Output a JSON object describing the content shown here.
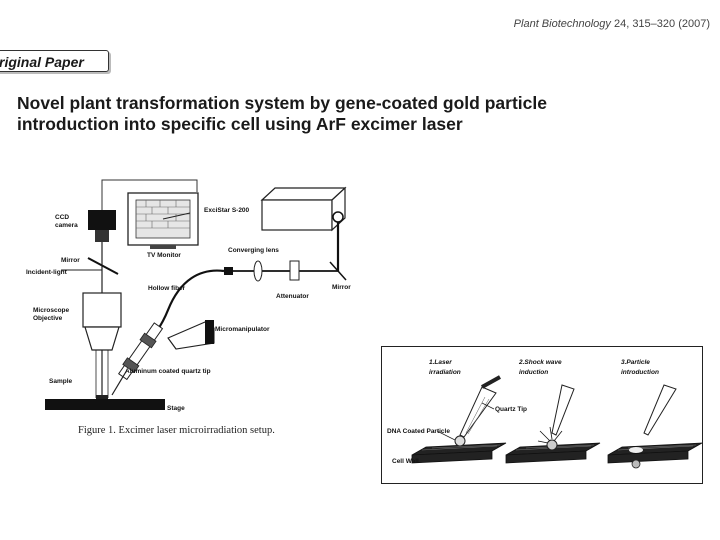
{
  "header": {
    "journal_name": "Plant Biotechnology",
    "journal_citation": "24, 315–320 (2007)"
  },
  "badge": {
    "label": "riginal Paper"
  },
  "title": {
    "line1": "Novel plant transformation system by gene-coated gold particle",
    "line2": "introduction into specific cell using ArF excimer laser"
  },
  "figure1": {
    "labels": {
      "ccd": "CCD",
      "ccd2": "camera",
      "tv": "TV Monitor",
      "excistar": "ExciStar S-200",
      "converging": "Converging lens",
      "mirror_left": "Mirror",
      "incident": "Incident-light",
      "hollow": "Hollow fiber",
      "attenuator": "Attenuator",
      "mirror_right": "Mirror",
      "micro1": "Microscope",
      "micro2": "Objective",
      "micromanip": "Micromanipulator",
      "tip": "Aluminum coated quartz tip",
      "sample": "Sample",
      "stage": "Stage"
    },
    "caption": "Figure  1.    Excimer laser microirradiation setup."
  },
  "figure2": {
    "step1": [
      "1.Laser",
      "irradiation"
    ],
    "step2": [
      "2.Shock wave",
      "induction"
    ],
    "step3": [
      "3.Particle",
      "introduction"
    ],
    "quartz": "Quartz Tip",
    "dna": "DNA Coated Particle",
    "wall": "Cell Wall"
  }
}
